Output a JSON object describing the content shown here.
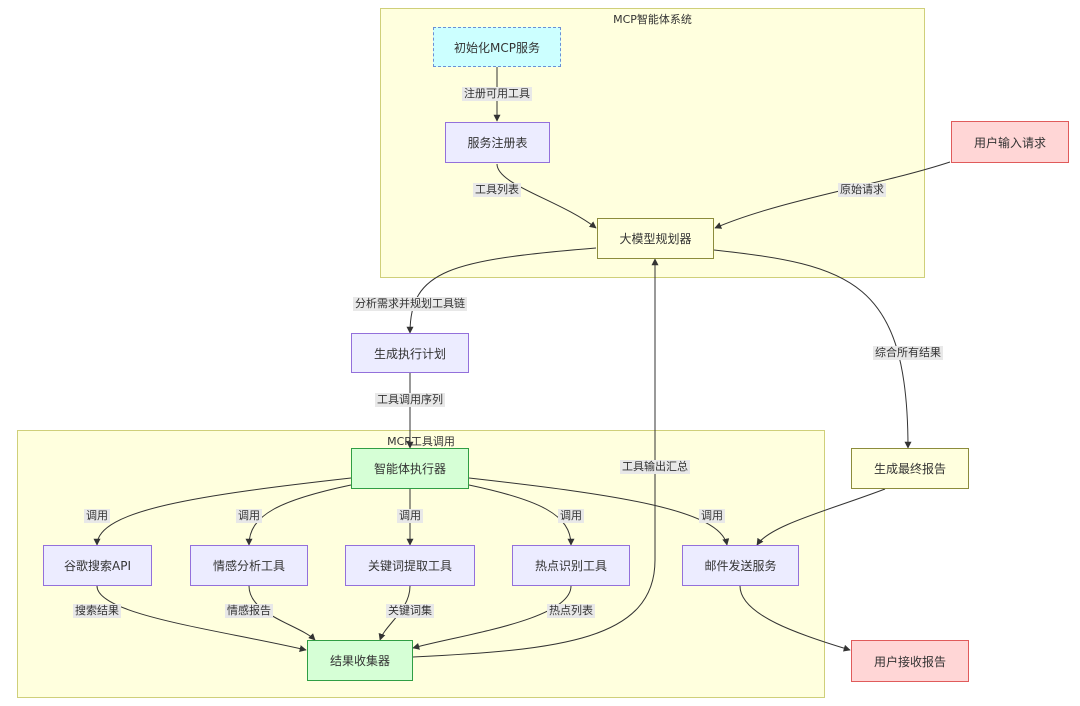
{
  "clusters": {
    "system": "MCP智能体系统",
    "tools": "MCP工具调用"
  },
  "nodes": {
    "init": "初始化MCP服务",
    "registry": "服务注册表",
    "planner": "大模型规划器",
    "user_input": "用户输入请求",
    "plan": "生成执行计划",
    "executor": "智能体执行器",
    "google": "谷歌搜索API",
    "sentiment": "情感分析工具",
    "keyword": "关键词提取工具",
    "hotspot": "热点识别工具",
    "email": "邮件发送服务",
    "collector": "结果收集器",
    "final_report": "生成最终报告",
    "user_receive": "用户接收报告"
  },
  "edges": {
    "register": "注册可用工具",
    "tool_list": "工具列表",
    "raw_request": "原始请求",
    "analyze": "分析需求并规划工具链",
    "sequence": "工具调用序列",
    "call_1": "调用",
    "call_2": "调用",
    "call_3": "调用",
    "call_4": "调用",
    "call_5": "调用",
    "search_result": "搜索结果",
    "sentiment_report": "情感报告",
    "keyword_set": "关键词集",
    "hotspot_list": "热点列表",
    "tool_output": "工具输出汇总",
    "combine": "综合所有结果"
  }
}
